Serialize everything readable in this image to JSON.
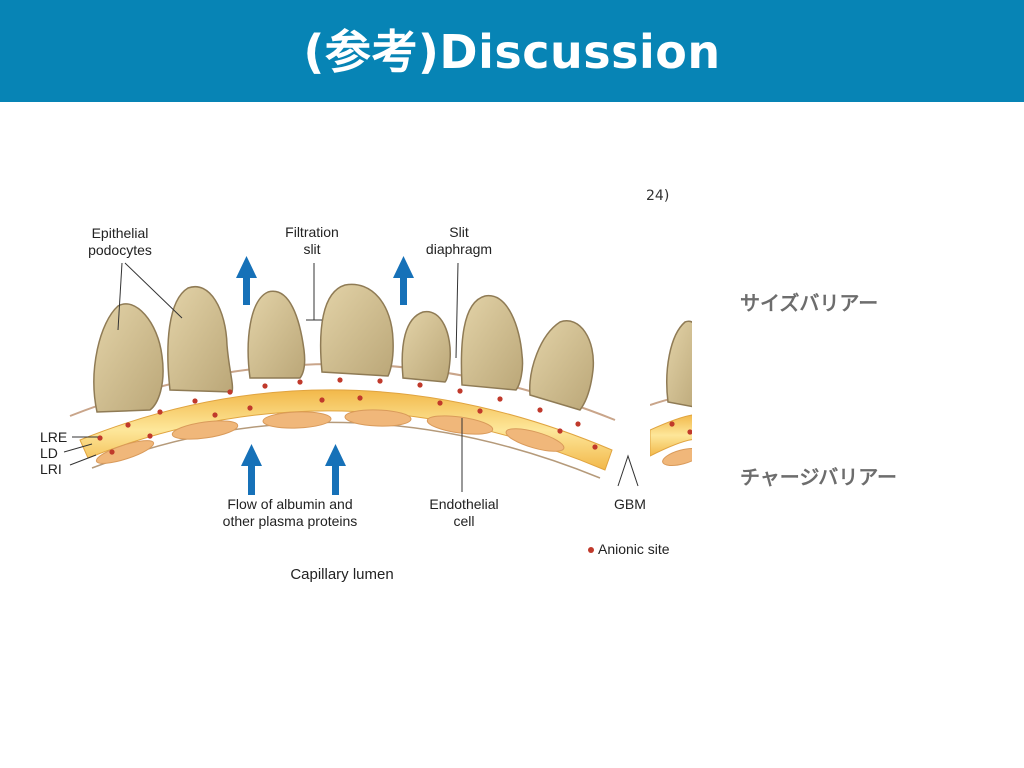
{
  "slide": {
    "title": "(参考)Discussion",
    "reference": "24)"
  },
  "diagram": {
    "labels": {
      "epithelial_podocytes": "Epithelial\npodocytes",
      "filtration_slit": "Filtration\nslit",
      "slit_diaphragm": "Slit\ndiaphragm",
      "lre": "LRE",
      "ld": "LD",
      "lri": "LRI",
      "flow": "Flow of albumin and\nother plasma proteins",
      "endothelial_cell": "Endothelial\ncell",
      "gbm": "GBM",
      "anionic_site": "Anionic site",
      "capillary_lumen": "Capillary lumen"
    },
    "colors": {
      "header_bg": "#0784b5",
      "podocyte": "#d1bf92",
      "gbm_outer": "#f5c35a",
      "gbm_inner": "#fbe08c",
      "endothelial": "#f0b77a",
      "anionic_dot": "#c0392b",
      "arrow": "#1671b8"
    }
  },
  "annotations": {
    "size_barrier": "サイズバリアー",
    "charge_barrier": "チャージバリアー"
  }
}
